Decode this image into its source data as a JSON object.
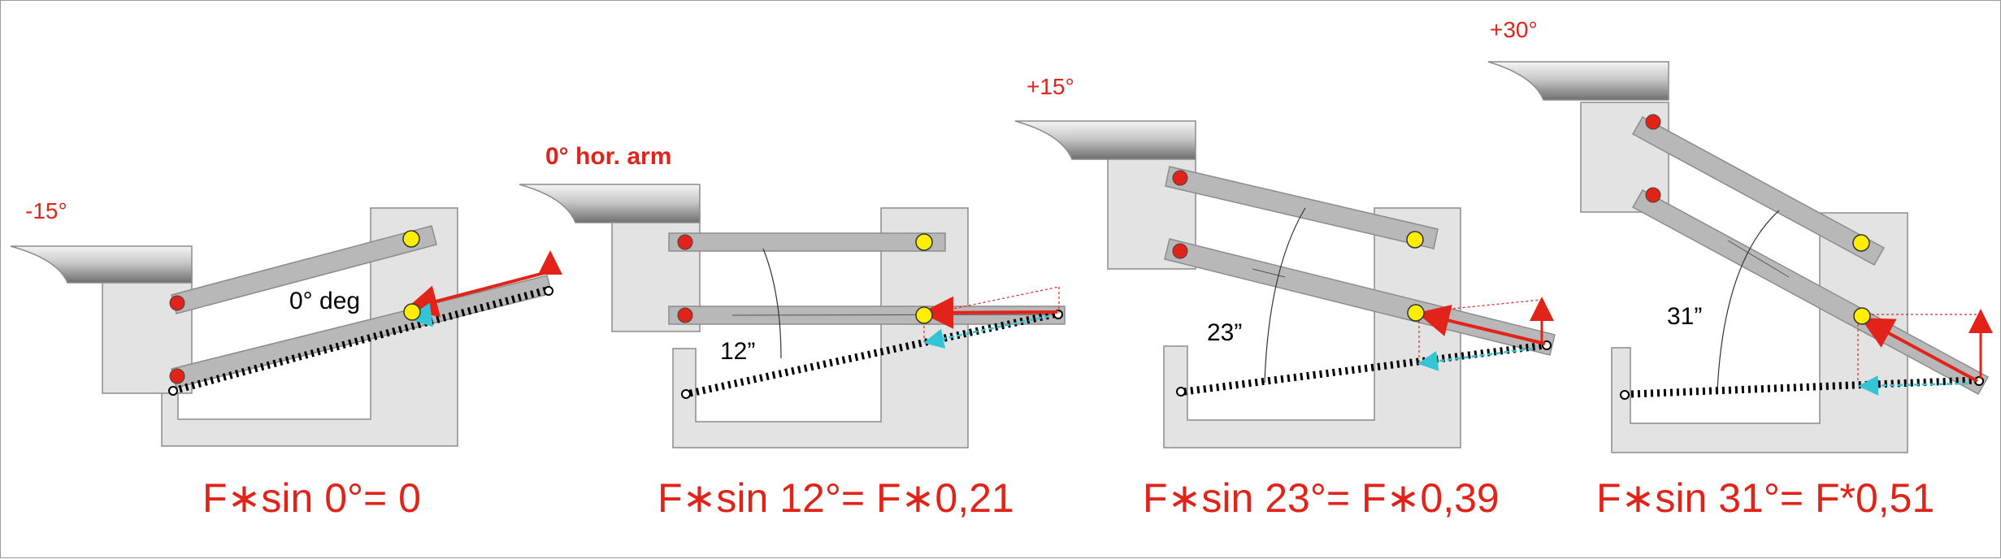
{
  "colors": {
    "red": "#e2231a",
    "panel_fill": "#e3e3e3",
    "arm_fill": "#b8b8b8",
    "pivot_red": "#e2231a",
    "pivot_yellow": "#ffee00",
    "cyan": "#35c4d6"
  },
  "panels": [
    {
      "angle_label": "-15°",
      "deg_label": "0° deg",
      "formula": "F∗sin 0°= 0"
    },
    {
      "angle_label": "0° hor. arm",
      "deg_label": "12”",
      "formula": "F∗sin 12°= F∗0,21"
    },
    {
      "angle_label": "+15°",
      "deg_label": "23”",
      "formula": "F∗sin 23°= F∗0,39"
    },
    {
      "angle_label": "+30°",
      "deg_label": "31”",
      "formula": "F∗sin 31°= F*0,51"
    }
  ]
}
